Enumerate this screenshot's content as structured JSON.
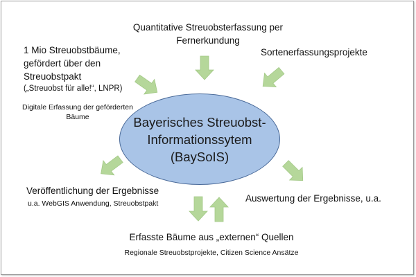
{
  "diagram": {
    "center": {
      "lines": [
        "Bayerisches Streuobst-",
        "Informationssytem",
        "(BaySoIS)"
      ]
    },
    "nodes": {
      "quantitative": {
        "line1": "Quantitative Streuobsterfassung per",
        "line2": "Fernerkundung"
      },
      "sorten": {
        "line1": "Sortenerfassungsprojekte"
      },
      "mio": {
        "line1": "1 Mio Streuobstbäume,",
        "line2": "gefördert über den",
        "line3": "Streuobstpakt",
        "line4": "(„Streuobst für alle!“, LNPR)",
        "sub1": "Digitale Erfassung der geförderten",
        "sub2": "Bäume"
      },
      "veroeffentlichung": {
        "line1": "Veröffentlichung der Ergebnisse",
        "sub1": "u.a. WebGIS Anwendung, Streuobstpakt"
      },
      "auswertung": {
        "line1": "Auswertung der Ergebnisse, u.a."
      },
      "erfasste": {
        "line1": "Erfasste Bäume aus „externen“ Quellen",
        "sub1": "Regionale Streuobstprojekte, Citizen Science Ansätze"
      }
    },
    "colors": {
      "ellipse_fill": "#a9c4e7",
      "ellipse_stroke": "#4a6a99",
      "arrow_fill": "#b5d79a"
    }
  }
}
